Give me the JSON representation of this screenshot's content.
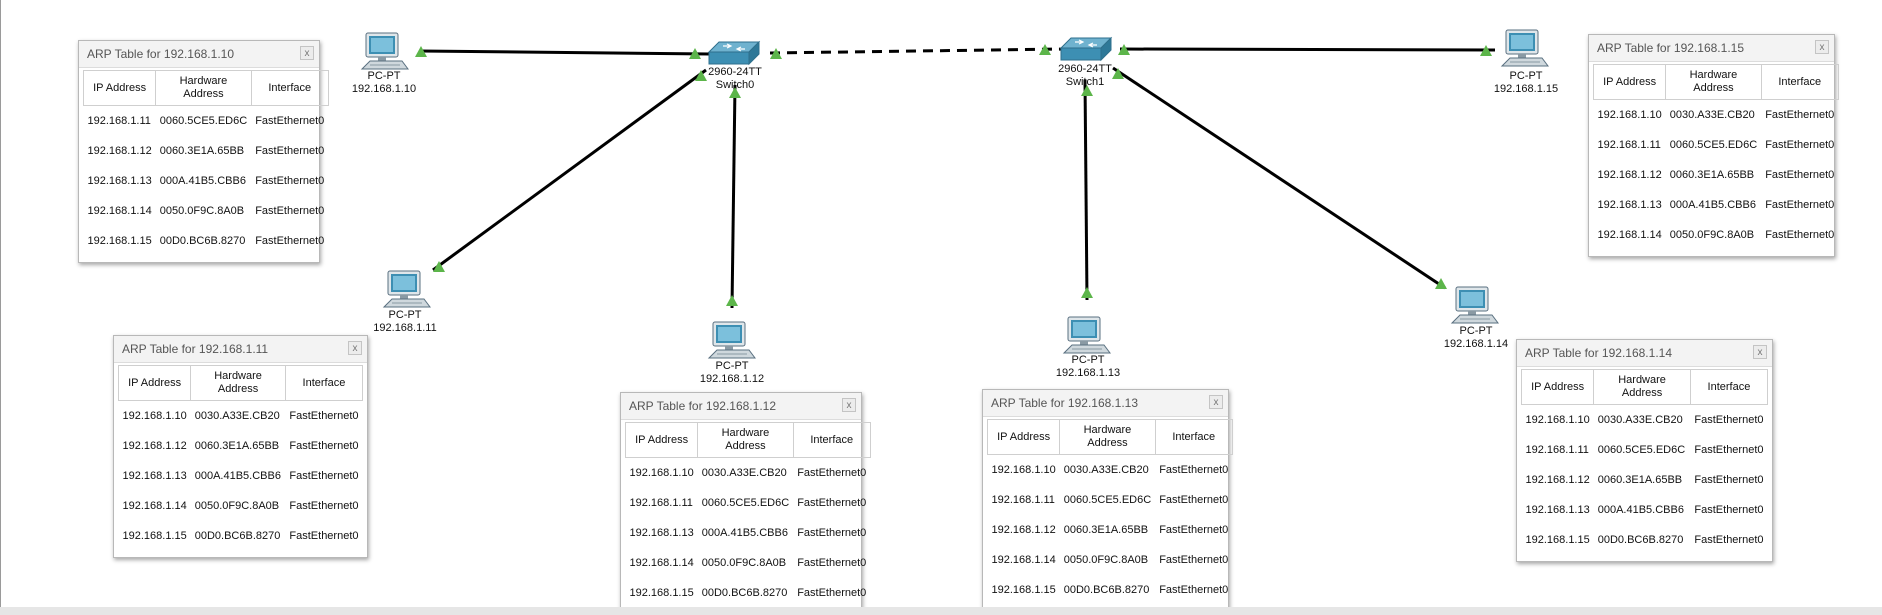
{
  "table_headers": {
    "ip": "IP Address",
    "mac": "Hardware Address",
    "iface": "Interface"
  },
  "switches": [
    {
      "model": "2960-24TT",
      "name": "Switch0"
    },
    {
      "model": "2960-24TT",
      "name": "Switch1"
    }
  ],
  "pcs": [
    {
      "type": "PC-PT",
      "ip": "192.168.1.10"
    },
    {
      "type": "PC-PT",
      "ip": "192.168.1.11"
    },
    {
      "type": "PC-PT",
      "ip": "192.168.1.12"
    },
    {
      "type": "PC-PT",
      "ip": "192.168.1.13"
    },
    {
      "type": "PC-PT",
      "ip": "192.168.1.14"
    },
    {
      "type": "PC-PT",
      "ip": "192.168.1.15"
    }
  ],
  "arp_tables": [
    {
      "title": "ARP Table for 192.168.1.10",
      "close": "x",
      "rows": [
        [
          "192.168.1.11",
          "0060.5CE5.ED6C",
          "FastEthernet0"
        ],
        [
          "192.168.1.12",
          "0060.3E1A.65BB",
          "FastEthernet0"
        ],
        [
          "192.168.1.13",
          "000A.41B5.CBB6",
          "FastEthernet0"
        ],
        [
          "192.168.1.14",
          "0050.0F9C.8A0B",
          "FastEthernet0"
        ],
        [
          "192.168.1.15",
          "00D0.BC6B.8270",
          "FastEthernet0"
        ]
      ]
    },
    {
      "title": "ARP Table for 192.168.1.11",
      "close": "x",
      "rows": [
        [
          "192.168.1.10",
          "0030.A33E.CB20",
          "FastEthernet0"
        ],
        [
          "192.168.1.12",
          "0060.3E1A.65BB",
          "FastEthernet0"
        ],
        [
          "192.168.1.13",
          "000A.41B5.CBB6",
          "FastEthernet0"
        ],
        [
          "192.168.1.14",
          "0050.0F9C.8A0B",
          "FastEthernet0"
        ],
        [
          "192.168.1.15",
          "00D0.BC6B.8270",
          "FastEthernet0"
        ]
      ]
    },
    {
      "title": "ARP Table for 192.168.1.12",
      "close": "x",
      "rows": [
        [
          "192.168.1.10",
          "0030.A33E.CB20",
          "FastEthernet0"
        ],
        [
          "192.168.1.11",
          "0060.5CE5.ED6C",
          "FastEthernet0"
        ],
        [
          "192.168.1.13",
          "000A.41B5.CBB6",
          "FastEthernet0"
        ],
        [
          "192.168.1.14",
          "0050.0F9C.8A0B",
          "FastEthernet0"
        ],
        [
          "192.168.1.15",
          "00D0.BC6B.8270",
          "FastEthernet0"
        ]
      ]
    },
    {
      "title": "ARP Table for 192.168.1.13",
      "close": "x",
      "rows": [
        [
          "192.168.1.10",
          "0030.A33E.CB20",
          "FastEthernet0"
        ],
        [
          "192.168.1.11",
          "0060.5CE5.ED6C",
          "FastEthernet0"
        ],
        [
          "192.168.1.12",
          "0060.3E1A.65BB",
          "FastEthernet0"
        ],
        [
          "192.168.1.14",
          "0050.0F9C.8A0B",
          "FastEthernet0"
        ],
        [
          "192.168.1.15",
          "00D0.BC6B.8270",
          "FastEthernet0"
        ]
      ]
    },
    {
      "title": "ARP Table for 192.168.1.14",
      "close": "x",
      "rows": [
        [
          "192.168.1.10",
          "0030.A33E.CB20",
          "FastEthernet0"
        ],
        [
          "192.168.1.11",
          "0060.5CE5.ED6C",
          "FastEthernet0"
        ],
        [
          "192.168.1.12",
          "0060.3E1A.65BB",
          "FastEthernet0"
        ],
        [
          "192.168.1.13",
          "000A.41B5.CBB6",
          "FastEthernet0"
        ],
        [
          "192.168.1.15",
          "00D0.BC6B.8270",
          "FastEthernet0"
        ]
      ]
    },
    {
      "title": "ARP Table for 192.168.1.15",
      "close": "x",
      "rows": [
        [
          "192.168.1.10",
          "0030.A33E.CB20",
          "FastEthernet0"
        ],
        [
          "192.168.1.11",
          "0060.5CE5.ED6C",
          "FastEthernet0"
        ],
        [
          "192.168.1.12",
          "0060.3E1A.65BB",
          "FastEthernet0"
        ],
        [
          "192.168.1.13",
          "000A.41B5.CBB6",
          "FastEthernet0"
        ],
        [
          "192.168.1.14",
          "0050.0F9C.8A0B",
          "FastEthernet0"
        ]
      ]
    }
  ],
  "colors": {
    "link": "#000000",
    "port_up": "#5cb54a",
    "device": "#3d8fb3"
  },
  "icons": {
    "pc": "pc-icon",
    "switch": "switch-icon",
    "port": "port-status-icon"
  }
}
